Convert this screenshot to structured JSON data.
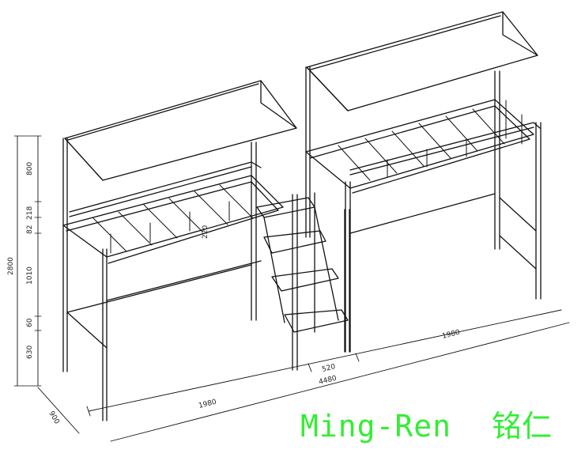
{
  "dimensions": {
    "heights": {
      "canopy": "800",
      "rail": "218",
      "bed_frame": "82",
      "total": "2800",
      "upper_leg": "1010",
      "lower_rail": "60",
      "bottom": "630"
    },
    "depth": "900",
    "bed_length_left": "1980",
    "bed_length_right": "1980",
    "ladder_width": "520",
    "total_length": "4480",
    "step_height": "220"
  },
  "brand": {
    "latin": "Ming-Ren",
    "chinese": "铭仁",
    "color": "#33ee33"
  }
}
